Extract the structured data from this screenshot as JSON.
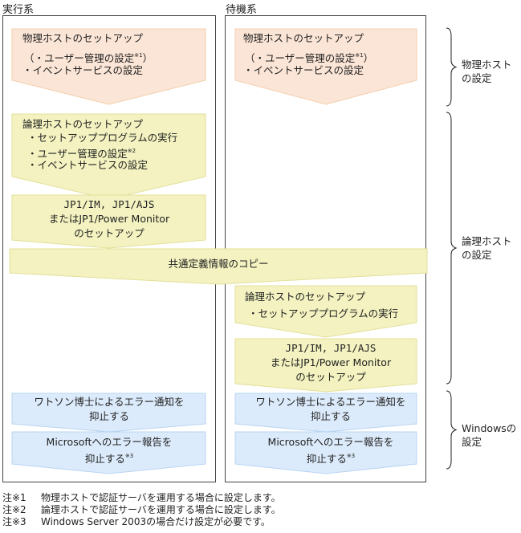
{
  "columns": {
    "primary": "実行系",
    "standby": "待機系"
  },
  "colors": {
    "physical_fill": "#fbe5d6",
    "physical_stroke": "#f4cfae",
    "logical_fill": "#f3f2c0",
    "logical_stroke": "#e3e09a",
    "windows_fill": "#dcebfb",
    "windows_stroke": "#b9d4f2",
    "border": "#444444"
  },
  "primary": {
    "physical": {
      "title": "物理ホストのセットアップ",
      "line1": "（・ユーザー管理の設定",
      "line1_note": "※1",
      "line1_close": "）",
      "line2": "・イベントサービスの設定"
    },
    "logical": {
      "title": "論理ホストのセットアップ",
      "line1": "・セットアッププログラムの実行",
      "line2": "・ユーザー管理の設定",
      "line2_note": "※2",
      "line3": "・イベントサービスの設定"
    },
    "jp1": {
      "line1": "JP1/IM, JP1/AJS",
      "line2": "またはJP1/Power Monitor",
      "line3": "のセットアップ"
    },
    "watson": {
      "line1": "ワトソン博士によるエラー通知を",
      "line2": "抑止する"
    },
    "msreport": {
      "line1": "Microsoftへのエラー報告を",
      "line2": "抑止する",
      "note": "※3"
    }
  },
  "common": {
    "label": "共通定義情報のコピー"
  },
  "standby": {
    "physical": {
      "title": "物理ホストのセットアップ",
      "line1": "（・ユーザー管理の設定",
      "line1_note": "※1",
      "line1_close": "）",
      "line2": "・イベントサービスの設定"
    },
    "logical": {
      "title": "論理ホストのセットアップ",
      "line1": "・セットアッププログラムの実行"
    },
    "jp1": {
      "line1": "JP1/IM, JP1/AJS",
      "line2": "またはJP1/Power Monitor",
      "line3": "のセットアップ"
    },
    "watson": {
      "line1": "ワトソン博士によるエラー通知を",
      "line2": "抑止する"
    },
    "msreport": {
      "line1": "Microsoftへのエラー報告を",
      "line2": "抑止する",
      "note": "※3"
    }
  },
  "side_labels": {
    "physical": {
      "line1": "物理ホスト",
      "line2": "の設定"
    },
    "logical": {
      "line1": "論理ホスト",
      "line2": "の設定"
    },
    "windows": {
      "line1": "Windowsの",
      "line2": "設定"
    }
  },
  "notes": [
    {
      "key": "注※1",
      "text": "物理ホストで認証サーバを運用する場合に設定します。"
    },
    {
      "key": "注※2",
      "text": "論理ホストで認証サーバを運用する場合に設定します。"
    },
    {
      "key": "注※3",
      "text": "Windows Server 2003の場合だけ設定が必要です。"
    }
  ]
}
